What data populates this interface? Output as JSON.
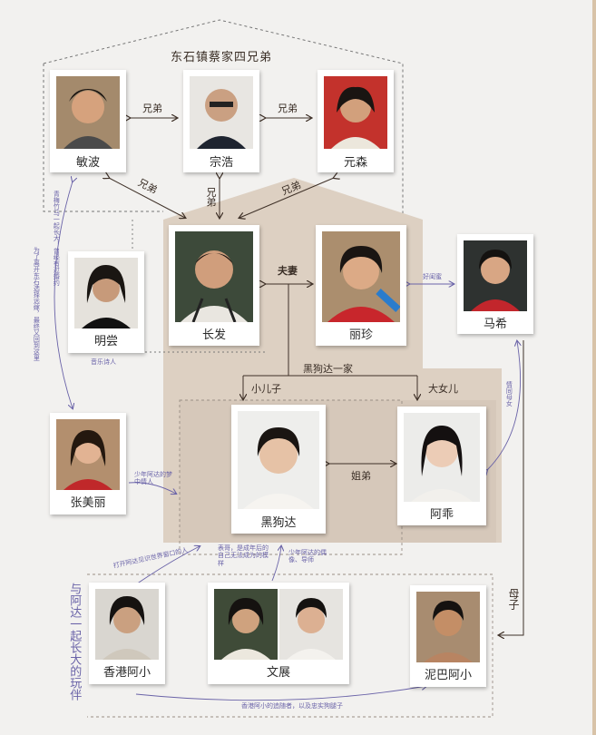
{
  "title": "东石镇蔡家四兄弟",
  "people": {
    "minbo": "敏波",
    "zonghao": "宗浩",
    "yuansen": "元森",
    "changfa": "长发",
    "lizhen": "丽珍",
    "maxi": "马希",
    "mingyun": "明尝",
    "zhangmeili": "张美丽",
    "heigouda": "黑狗达",
    "aguai": "阿乖",
    "xianggang": "香港阿小",
    "wenzhan": "文展",
    "niba": "泥巴阿小"
  },
  "relations": {
    "brother1": "兄弟",
    "brother2": "兄弟",
    "brother3": "兄弟",
    "brother4": "兄弟",
    "brother5": "兄弟",
    "couple": "夫妻",
    "family": "黑狗达一家",
    "son": "小儿子",
    "daughter": "大女儿",
    "siblings": "姐弟",
    "mother_son": "母子",
    "friends_vertical": "与阿达一起长大的玩伴"
  },
  "notes": {
    "mingyun_sub": "音乐诗人",
    "sworn": "好闺蜜",
    "godmother": "情同母女",
    "zhang_dream": "少年阿达的梦中情人",
    "hk_window": "打开阿达见识世界窗口的人",
    "wenzhan_idol1": "少年阿达的偶像、导师",
    "wenzhan_idol2": "表哥，是成年后的自己无法成为的模样",
    "niba_follower": "香港阿小的追随者，以及忠实狗腿子",
    "mingyun_long": "为了离开东石选择远嫁，最终又回到这里",
    "mingyun_long2": "青梅竹马一起长大，曾经有过婚约"
  },
  "colors": {
    "accent_violet": "#6a63a8",
    "frame_beige": "#ddd0c2",
    "frame_inner": "#d6c8ba",
    "arrow_brown": "#3f3128"
  }
}
